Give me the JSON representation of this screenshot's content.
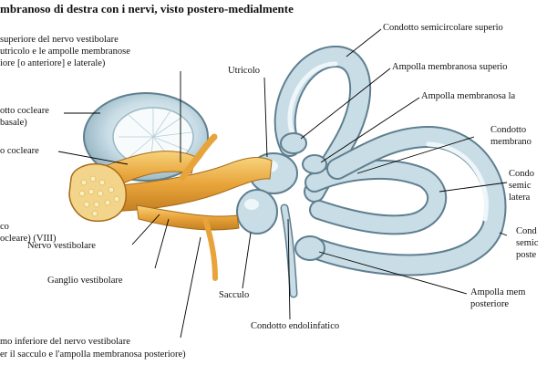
{
  "title": "mbranoso di destra con i nervi, visto postero-medialmente",
  "labels": {
    "ramo_superiore_l1": "superiore del nervo vestibolare",
    "ramo_superiore_l2": "utricolo e le ampolle membranose",
    "ramo_superiore_l3": "iore [o anteriore] e laterale)",
    "condotto_cocleare_l1": "otto cocleare",
    "condotto_cocleare_l2": "basale)",
    "nervo_cocleare": "o cocleare",
    "nervo_viii_l1": "co",
    "nervo_viii_l2": "ocleare) (VIII)",
    "nervo_vestibolare": "Nervo vestibolare",
    "ganglio_vestibolare": "Ganglio vestibolare",
    "ramo_inferiore_l1": "mo inferiore del nervo vestibolare",
    "ramo_inferiore_l2": "er il sacculo e l'ampolla membranosa posteriore)",
    "utricolo": "Utricolo",
    "sacculo": "Sacculo",
    "condotto_endolinfatico": "Condotto endolinfatico",
    "semicircolare_superiore": "Condotto semicircolare superio",
    "ampolla_superiore": "Ampolla membranosa superio",
    "ampolla_laterale": "Ampolla membranosa la",
    "condotto_membranoso_l1": "Condotto",
    "condotto_membranoso_l2": "membrano",
    "semicircolare_laterale_l1": "Condo",
    "semicircolare_laterale_l2": "semic",
    "semicircolare_laterale_l3": "latera",
    "semicircolare_posteriore_l1": "Cond",
    "semicircolare_posteriore_l2": "semic",
    "semicircolare_posteriore_l3": "poste",
    "ampolla_posteriore_l1": "Ampolla mem",
    "ampolla_posteriore_l2": "posteriore"
  },
  "colors": {
    "membrane_fill": "#c9dde6",
    "membrane_stroke": "#5f7f8f",
    "membrane_highlight": "#eef6fa",
    "nerve_fill": "#e8a43a",
    "nerve_light": "#f6d27a",
    "nerve_stroke": "#a86a18",
    "leader_line": "#000000"
  }
}
